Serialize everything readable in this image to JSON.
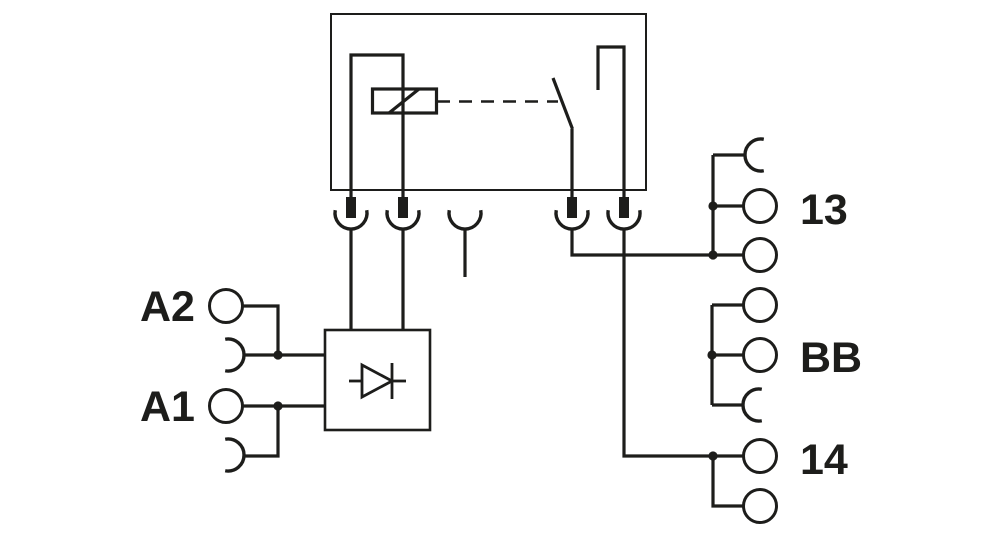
{
  "diagram": {
    "kind": "relay-module-wiring-schematic",
    "colors": {
      "line": "#1d1d1b",
      "background": "#ffffff"
    },
    "terminals": {
      "coil_minus": "A2",
      "coil_plus": "A1",
      "contact_no_in": "13",
      "bridge_bus": "BB",
      "contact_no_out": "14"
    }
  }
}
